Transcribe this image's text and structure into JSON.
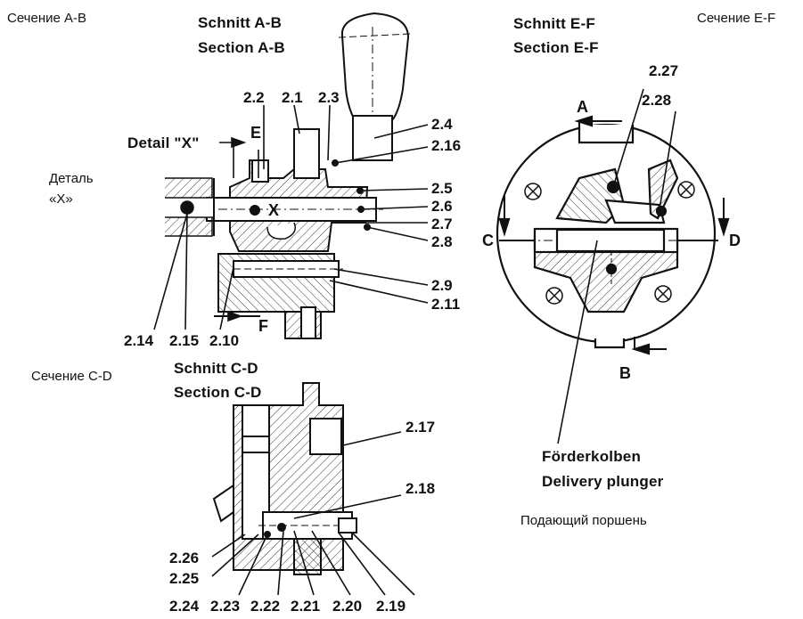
{
  "russian_labels": {
    "section_ab": "Сечение А-В",
    "section_ef": "Сечение E-F",
    "section_cd": "Сечение C-D",
    "detail_x_line1": "Деталь",
    "detail_x_line2": "«X»",
    "delivery_plunger": "Подающий поршень"
  },
  "headings": {
    "ab_de": "Schnitt A-B",
    "ab_en": "Section A-B",
    "ef_de": "Schnitt E-F",
    "ef_en": "Section E-F",
    "cd_de": "Schnitt C-D",
    "cd_en": "Section C-D",
    "detail_x": "Detail \"X\"",
    "plunger_de": "Förderkolben",
    "plunger_en": "Delivery plunger"
  },
  "section_letters": {
    "e": "E",
    "f": "F",
    "x": "X",
    "a": "A",
    "b": "B",
    "c": "C",
    "d": "D"
  },
  "part_labels": {
    "p2_1": "2.1",
    "p2_2": "2.2",
    "p2_3": "2.3",
    "p2_4": "2.4",
    "p2_5": "2.5",
    "p2_6": "2.6",
    "p2_7": "2.7",
    "p2_8": "2.8",
    "p2_9": "2.9",
    "p2_10": "2.10",
    "p2_11": "2.11",
    "p2_14": "2.14",
    "p2_15": "2.15",
    "p2_16": "2.16",
    "p2_17": "2.17",
    "p2_18": "2.18",
    "p2_19": "2.19",
    "p2_20": "2.20",
    "p2_21": "2.21",
    "p2_22": "2.22",
    "p2_23": "2.23",
    "p2_24": "2.24",
    "p2_25": "2.25",
    "p2_26": "2.26",
    "p2_27": "2.27",
    "p2_28": "2.28"
  }
}
